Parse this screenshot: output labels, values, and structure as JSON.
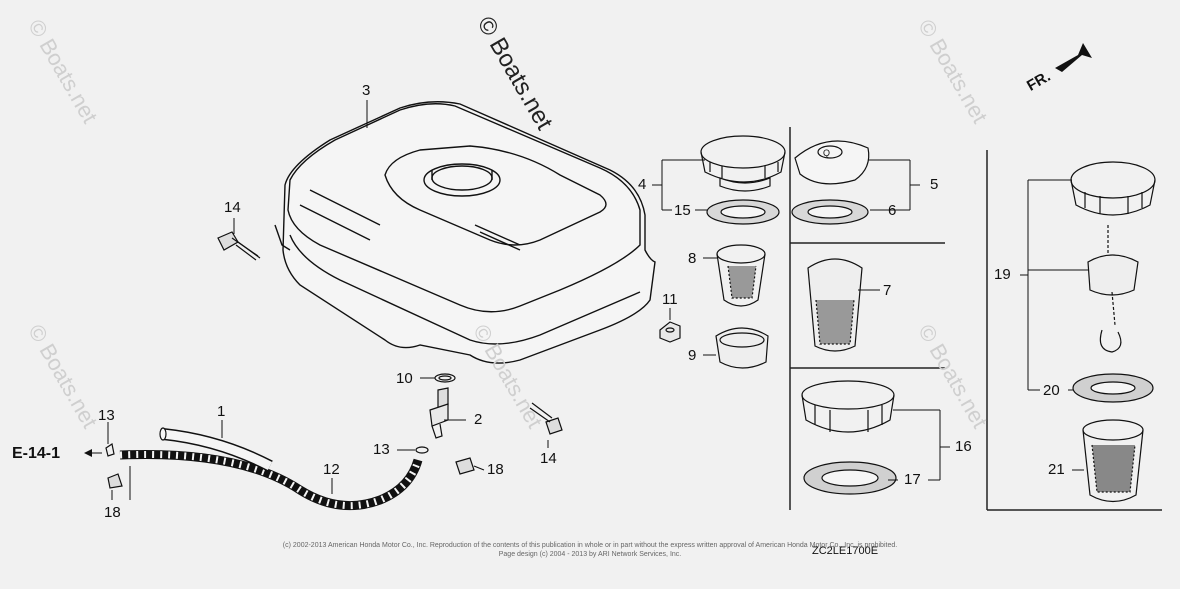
{
  "watermarks": {
    "main": "© Boats.net",
    "faint": "© Boats.net"
  },
  "direction_label": "FR.",
  "reference": "E-14-1",
  "diagram_code": "ZC2LE1700E",
  "copyright_lines": [
    "(c) 2002-2013 American Honda Motor Co., Inc. Reproduction of the contents of this publication in whole or in part without the express written approval of American Honda Motor Co., Inc. is prohibited.",
    "Page design (c) 2004 - 2013 by ARI Network Services, Inc."
  ],
  "callouts": {
    "c1": "1",
    "c2": "2",
    "c3": "3",
    "c4": "4",
    "c5": "5",
    "c6": "6",
    "c7": "7",
    "c8": "8",
    "c9": "9",
    "c10": "10",
    "c11": "11",
    "c12": "12",
    "c13a": "13",
    "c13b": "13",
    "c14a": "14",
    "c14b": "14",
    "c15": "15",
    "c16": "16",
    "c17": "17",
    "c18a": "18",
    "c18b": "18",
    "c19": "19",
    "c20": "20",
    "c21": "21"
  },
  "colors": {
    "background": "#f1f1f1",
    "line": "#111111"
  }
}
